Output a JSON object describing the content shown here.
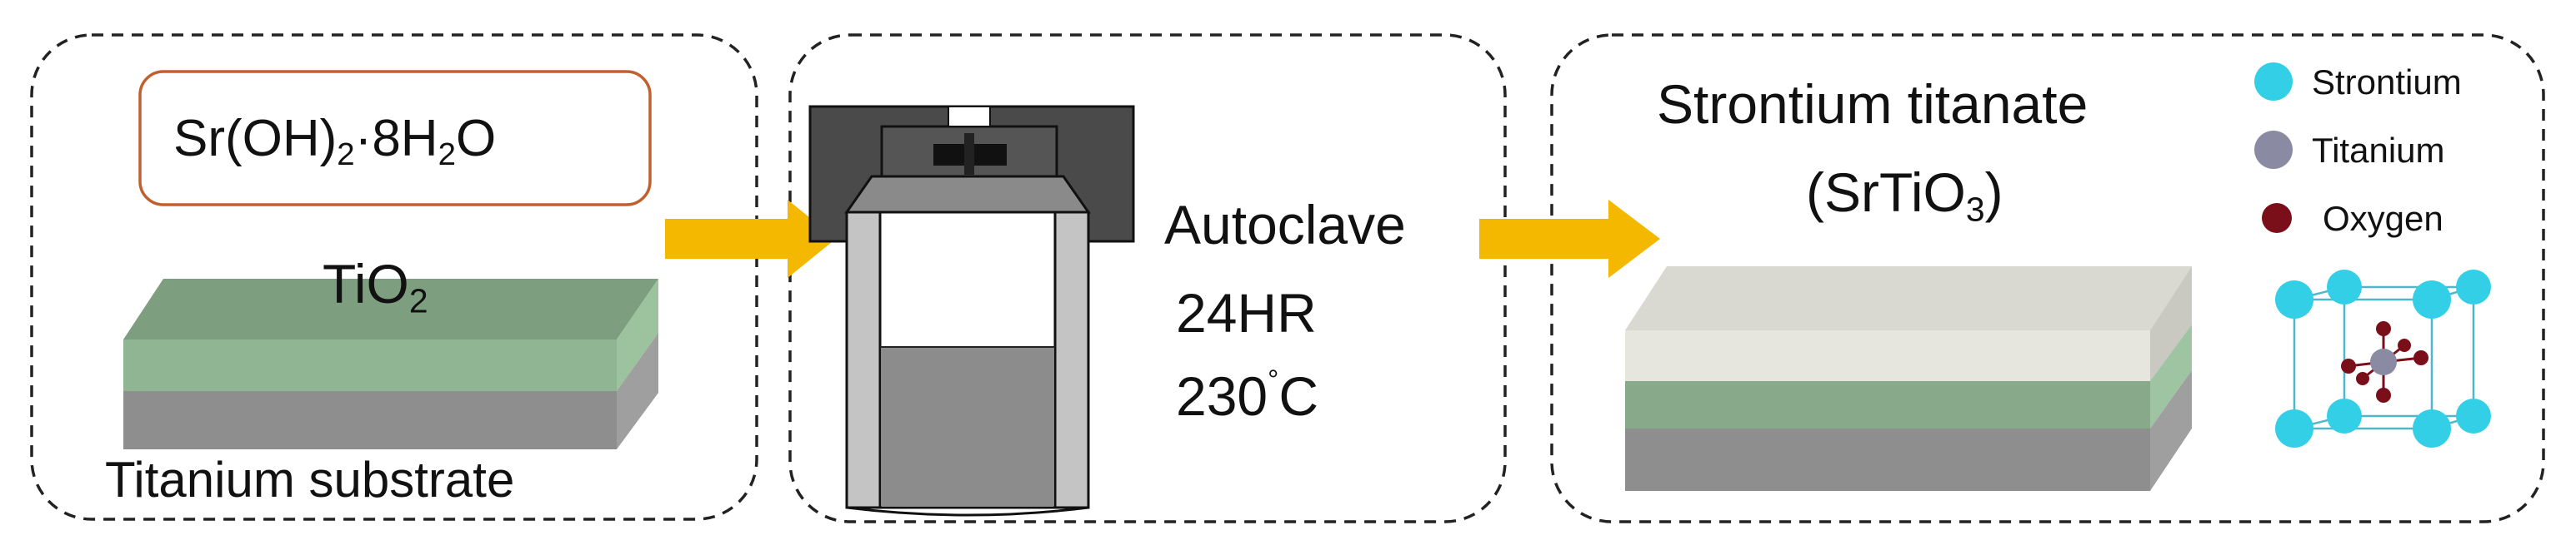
{
  "panel1": {
    "precursor": {
      "pre": "Sr(OH)",
      "sub1": "2",
      "mid": "·8H",
      "sub2": "2",
      "post": "O"
    },
    "film": {
      "base": "TiO",
      "sub": "2"
    },
    "substrate": "Titanium substrate"
  },
  "panel2": {
    "title": "Autoclave",
    "time": "24HR",
    "temp_value": "230",
    "temp_deg": "°",
    "temp_unit": "C"
  },
  "panel3": {
    "product": "Strontium titanate",
    "formula": {
      "open": "(SrTiO",
      "sub": "3",
      "close": ")"
    },
    "legend": [
      {
        "label": "Strontium",
        "color": "#33cfe6"
      },
      {
        "label": "Titanium",
        "color": "#8a8aa3"
      },
      {
        "label": "Oxygen",
        "color": "#7a0f1a"
      }
    ]
  },
  "colors": {
    "arrow": "#f5b800",
    "tio2_layer": "#86a887",
    "ti_layer": "#8e8e8e",
    "srtio3_layer": "#e4e4dc",
    "precursor_border": "#c0602e"
  }
}
